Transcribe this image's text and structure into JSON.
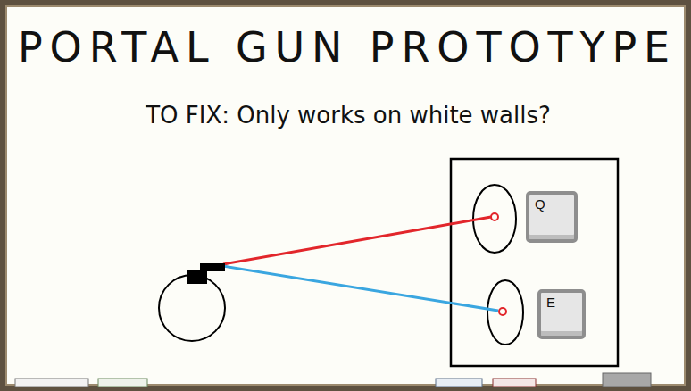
{
  "diagram": {
    "title": "PORTAL GUN PROTOTYPE",
    "nodes": [
      {
        "text": [
          "Q"
        ]
      },
      {
        "text": [
          "E"
        ]
      }
    ],
    "labels": [
      "TO FIX: Only works on white walls?"
    ]
  }
}
